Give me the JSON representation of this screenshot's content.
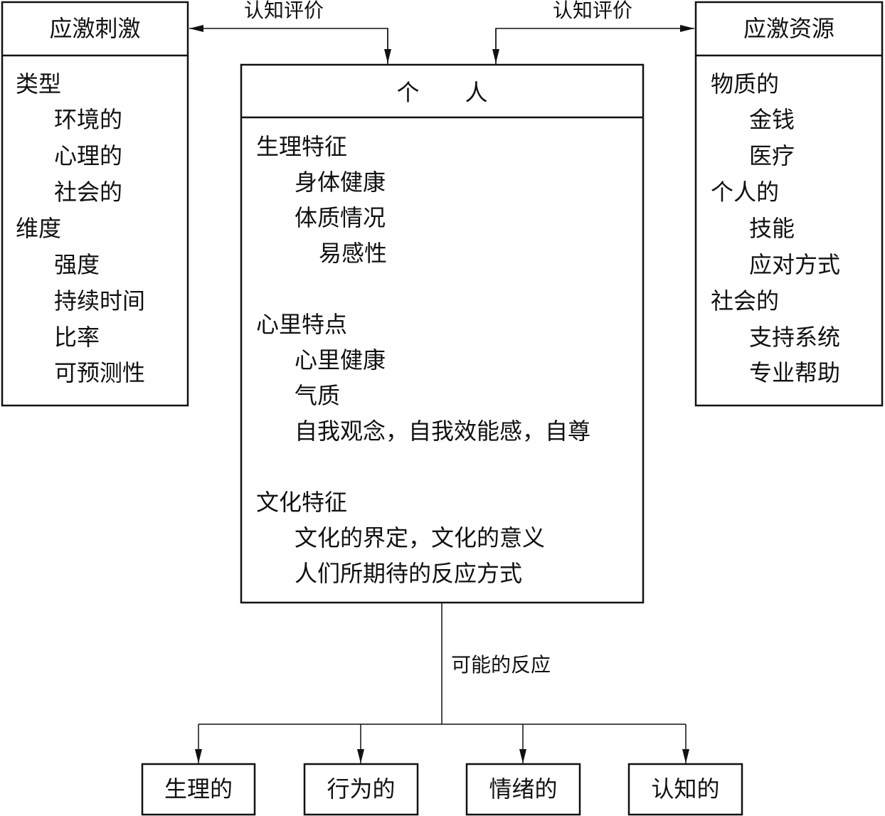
{
  "stimulus": {
    "title": "应激刺激",
    "items": [
      "类型",
      "环境的",
      "心理的",
      "社会的",
      "维度",
      "强度",
      "持续时间",
      "比率",
      "可预测性"
    ]
  },
  "resources": {
    "title": "应激资源",
    "items": [
      "物质的",
      "金钱",
      "医疗",
      "个人的",
      "技能",
      "应对方式",
      "社会的",
      "支持系统",
      "专业帮助"
    ]
  },
  "individual": {
    "title": "个　　人",
    "items": [
      "生理特征",
      "身体健康",
      "体质情况",
      "易感性",
      "心里特点",
      "心里健康",
      "气质",
      "自我观念，自我效能感，自尊",
      "文化特征",
      "文化的界定，文化的意义",
      "人们所期待的反应方式"
    ]
  },
  "arrows": {
    "left_label": "认知评价",
    "right_label": "认知评价",
    "bottom_label": "可能的反应"
  },
  "responses": [
    "生理的",
    "行为的",
    "情绪的",
    "认知的"
  ]
}
